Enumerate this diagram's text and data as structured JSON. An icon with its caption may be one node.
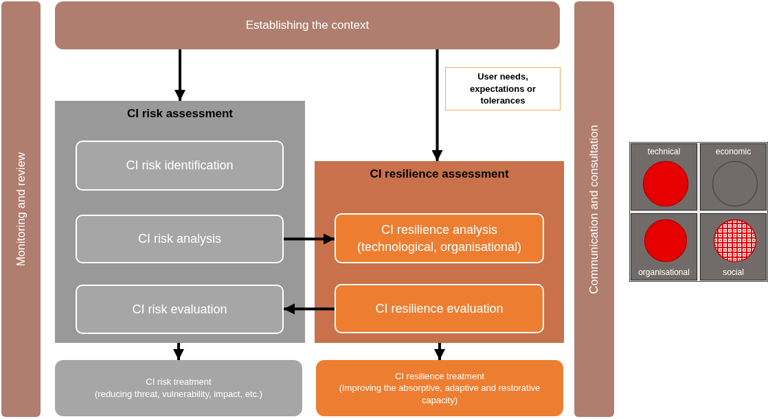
{
  "diagram": {
    "nodes": [
      {
        "text": [
          "Monitoring and review"
        ]
      },
      {
        "text": [
          "Establishing the context"
        ]
      },
      {
        "text": [
          "User needs, expectations or tolerances"
        ]
      },
      {
        "text": [
          "CI risk assessment"
        ]
      },
      {
        "text": [
          "CI risk identification"
        ],
        "in": 3
      },
      {
        "text": [
          "CI risk analysis"
        ],
        "in": 3
      },
      {
        "text": [
          "CI risk evaluation"
        ],
        "in": 3
      },
      {
        "text": [
          "CI resilience assessment"
        ]
      },
      {
        "text": [
          "CI resilience analysis (technological, organisational)"
        ],
        "in": 7
      },
      {
        "text": [
          "CI resilience evaluation"
        ],
        "in": 7
      },
      {
        "text": [
          "CI risk treatment",
          "(reducing threat, vulnerability, impact, etc.)"
        ]
      },
      {
        "text": [
          "CI resilience treatment",
          "(Improving the absorptive, adaptive and restorative capacity)"
        ]
      },
      {
        "text": [
          "Communication and consultation"
        ]
      },
      {
        "text": [
          "technical"
        ]
      },
      {
        "text": [],
        "shape": "circle",
        "in": 13
      },
      {
        "text": [
          "economic"
        ]
      },
      {
        "text": [],
        "shape": "circle",
        "in": 15
      },
      {
        "text": [
          "organisational"
        ]
      },
      {
        "text": [],
        "shape": "circle",
        "in": 17
      },
      {
        "text": [
          "social"
        ]
      },
      {
        "text": [],
        "shape": "circle",
        "in": 19
      }
    ],
    "edges": [
      {
        "from": 1,
        "to": 3,
        "arrow": "to"
      },
      {
        "from": 1,
        "to": 7,
        "arrow": "to"
      },
      {
        "from": 5,
        "to": 8,
        "arrow": "to"
      },
      {
        "from": 9,
        "to": 6,
        "arrow": "to"
      },
      {
        "from": 3,
        "to": 10,
        "arrow": "to"
      },
      {
        "from": 7,
        "to": 11,
        "arrow": "to"
      }
    ]
  }
}
